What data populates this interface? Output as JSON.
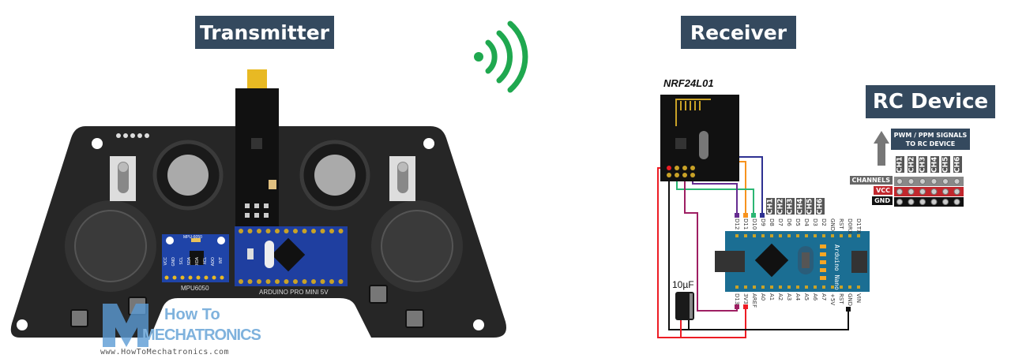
{
  "titles": {
    "transmitter": "Transmitter",
    "receiver": "Receiver",
    "rc_device": "RC Device"
  },
  "transmitter": {
    "mpu_label": "MPU6050",
    "mpu_chip": "MPU-6050",
    "promini_label": "ARDUINO PRO MINI 5V",
    "mpu_pins": [
      "VCC",
      "GND",
      "SCL",
      "SDA",
      "XDA",
      "XCL",
      "ADO",
      "INT"
    ]
  },
  "logo": {
    "line1": "How To",
    "line2": "Mechatronics",
    "website": "www.HowToMechatronics.com"
  },
  "receiver": {
    "module_label": "NRF24L01",
    "capacitor_label": "10µF",
    "nano_text": "Arduino Nano",
    "top_pins": [
      "D12",
      "D11",
      "D10",
      "D9",
      "D8",
      "D7",
      "D6",
      "D5",
      "D4",
      "D3",
      "D2",
      "GND",
      "RST",
      "D0RX",
      "D1TX"
    ],
    "bottom_pins": [
      "D13",
      "3V3",
      "AREF",
      "A0",
      "A1",
      "A2",
      "A3",
      "A4",
      "A5",
      "A6",
      "A7",
      "+5V",
      "RST",
      "GND",
      "VIN"
    ],
    "channels": [
      "CH1",
      "CH2",
      "CH3",
      "CH4",
      "CH5",
      "CH6"
    ]
  },
  "rc_device": {
    "signal_label_1": "PWM / PPM SIGNALS",
    "signal_label_2": "TO RC DEVICE",
    "channels": [
      "CH1",
      "CH2",
      "CH3",
      "CH4",
      "CH5",
      "CH6"
    ],
    "rows": [
      "CHANNELS",
      "VCC",
      "GND"
    ]
  },
  "colors": {
    "title_bg": "#34495e",
    "wireless": "#1fa84f",
    "nano": "#1b6e93",
    "wire_blue": "#2e3192",
    "wire_orange": "#f7931e",
    "wire_green": "#2bb673",
    "wire_purple": "#662d91",
    "wire_magenta": "#9e1f63",
    "wire_red": "#ed1c24"
  }
}
